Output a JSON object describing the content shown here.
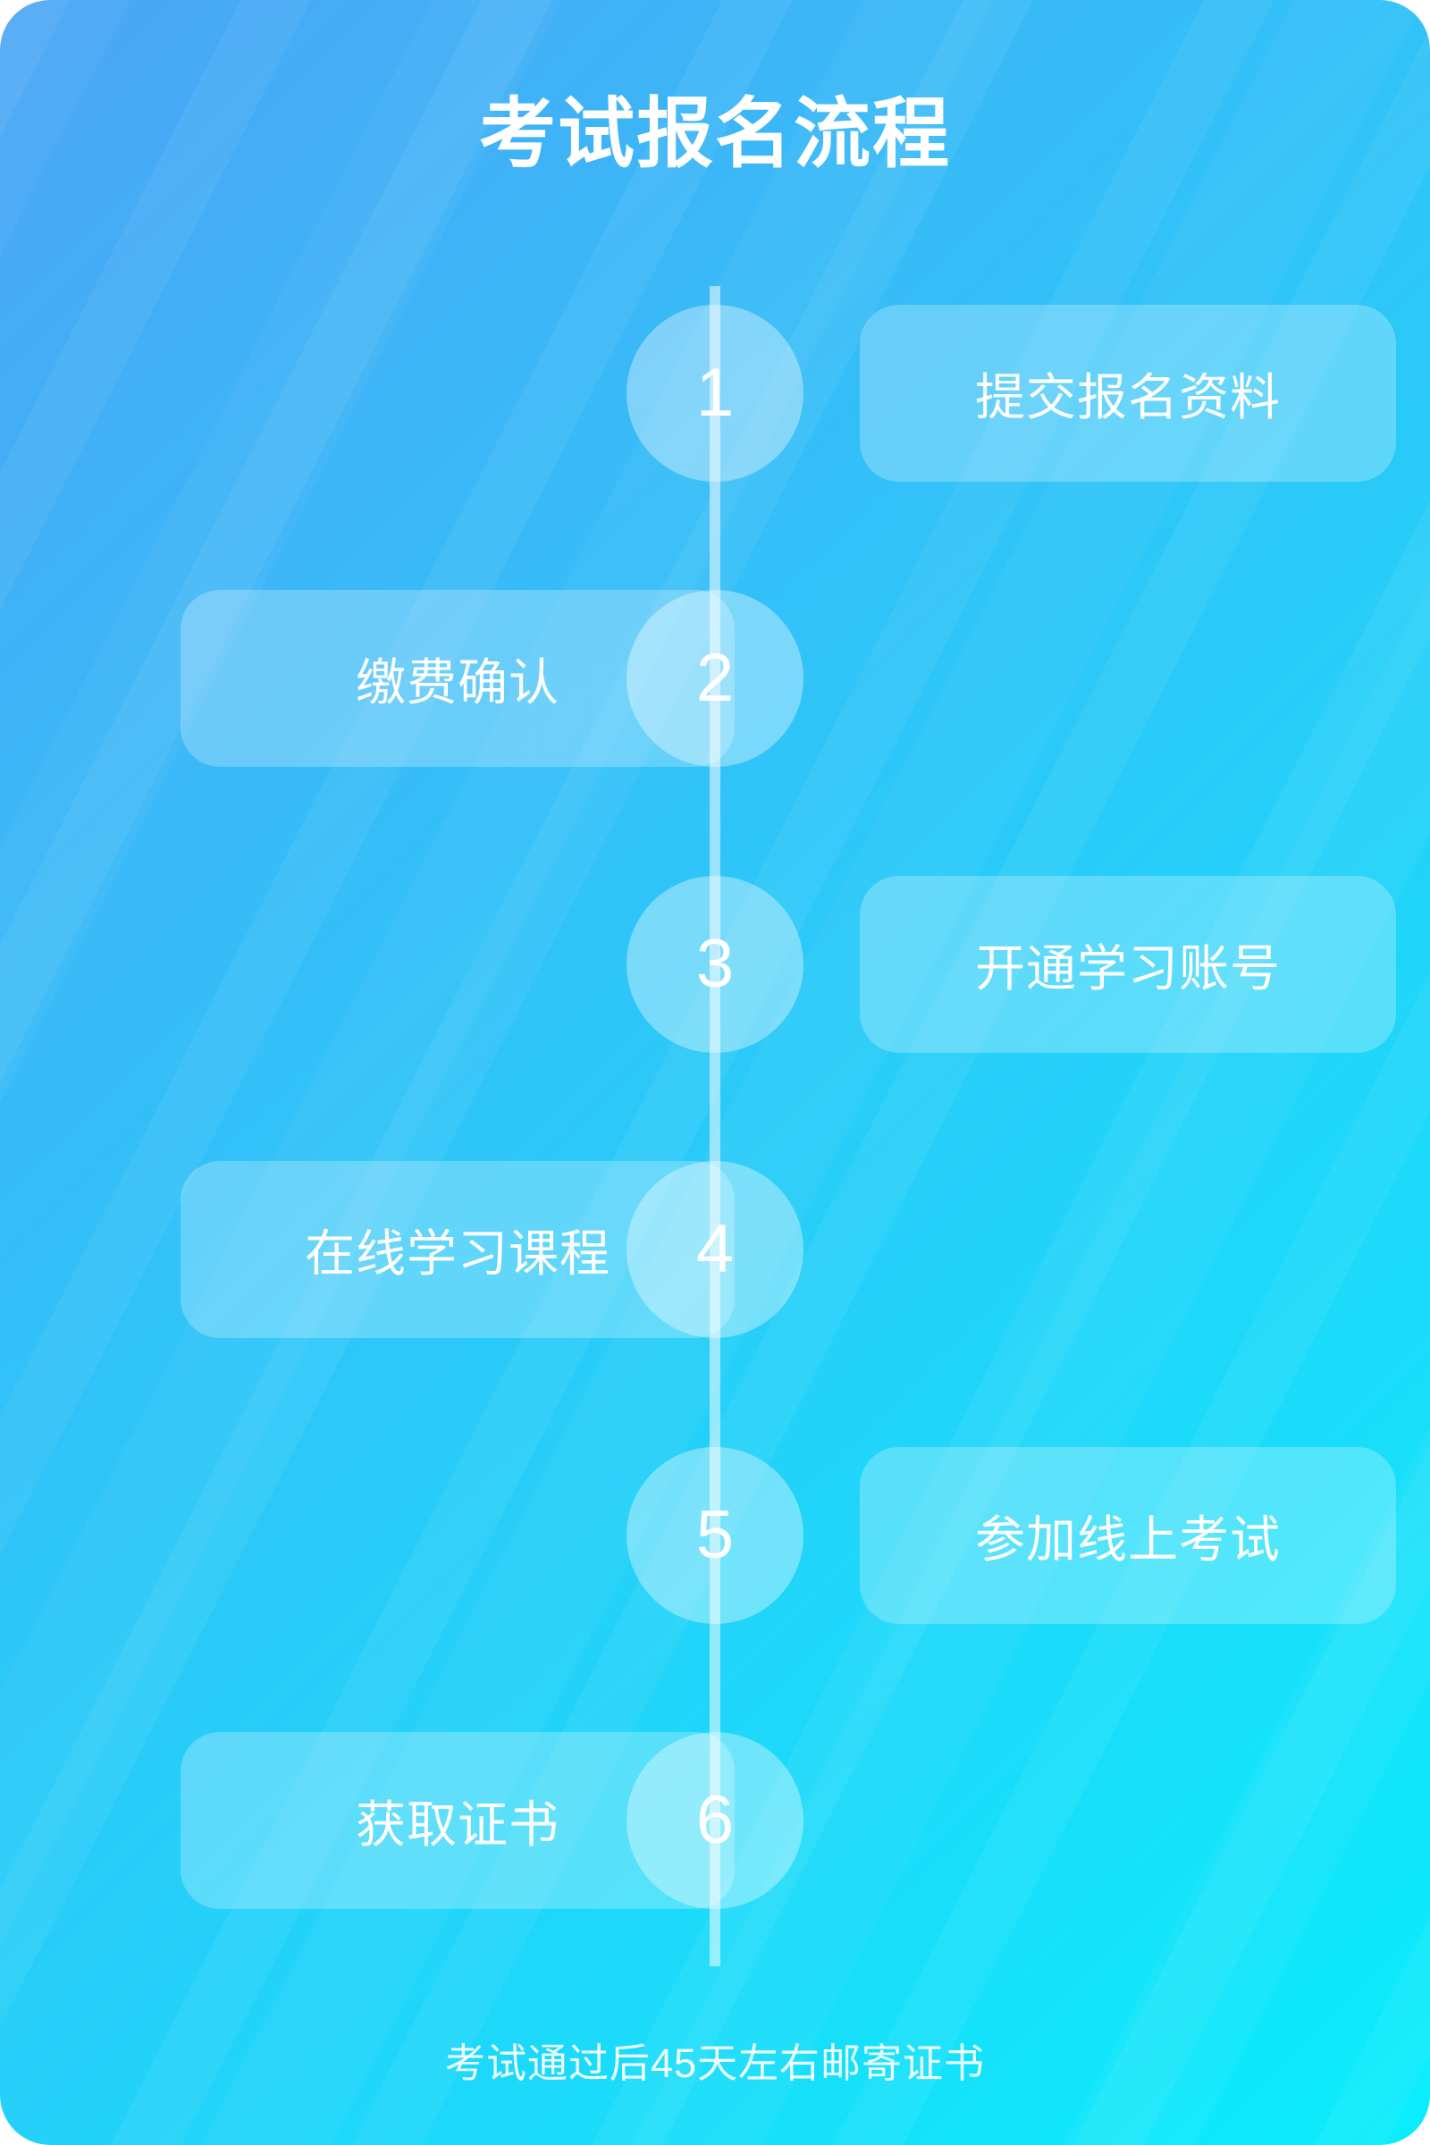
{
  "title": "考试报名流程",
  "steps": [
    {
      "number": "1",
      "label": "提交报名资料",
      "side": "right"
    },
    {
      "number": "2",
      "label": "缴费确认",
      "side": "left"
    },
    {
      "number": "3",
      "label": "开通学习账号",
      "side": "right"
    },
    {
      "number": "4",
      "label": "在线学习课程",
      "side": "left"
    },
    {
      "number": "5",
      "label": "参加线上考试",
      "side": "right"
    },
    {
      "number": "6",
      "label": "获取证书",
      "side": "left"
    }
  ],
  "footer_note": "考试通过后45天左右邮寄证书",
  "colors": {
    "background_gradient_start": "#4BA5F6",
    "background_gradient_end": "#0AEDFC",
    "card_fill": "rgba(255,255,255,0.25)",
    "circle_fill": "rgba(255,255,255,0.36)",
    "timeline_line": "rgba(255,255,255,0.52)",
    "text": "#FFFFFF"
  }
}
